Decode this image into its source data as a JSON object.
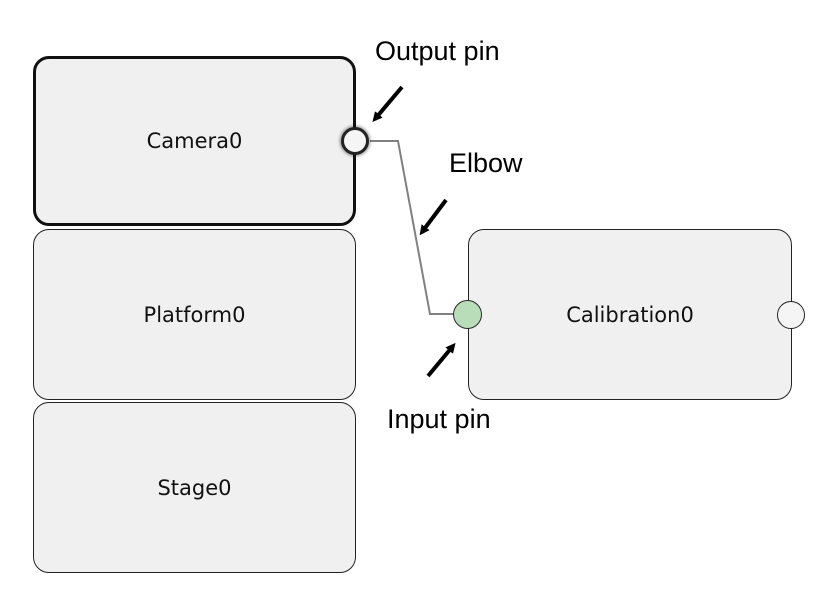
{
  "nodes": {
    "camera": {
      "label": "Camera0"
    },
    "platform": {
      "label": "Platform0"
    },
    "stage": {
      "label": "Stage0"
    },
    "calibration": {
      "label": "Calibration0"
    }
  },
  "annotations": {
    "output_pin": "Output pin",
    "elbow": "Elbow",
    "input_pin": "Input pin"
  },
  "colors": {
    "node_fill": "#f0f0f0",
    "connected_pin_fill": "#b9dcb9",
    "wire": "#808080"
  }
}
